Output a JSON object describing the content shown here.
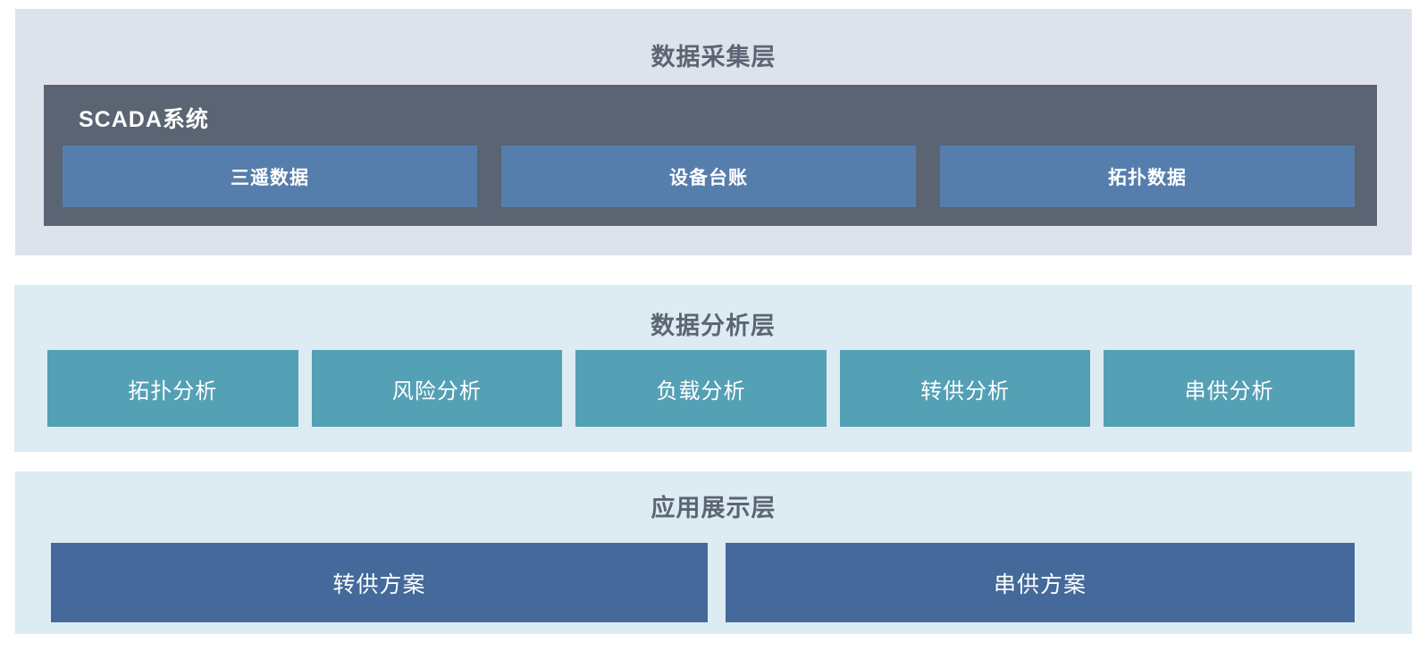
{
  "colors": {
    "page_bg": "#ffffff",
    "collect_layer_bg": "#dee2eb",
    "analysis_layer_bg": "#ddebf2",
    "display_layer_bg": "#ddebf2",
    "scada_panel_bg": "#5b6472",
    "data_box_bg": "#567ead",
    "analysis_box_bg": "#54a0b5",
    "plan_box_bg": "#44699a",
    "layer_title_color": "#5c6573",
    "box_text_color": "#ffffff"
  },
  "layers": {
    "collect": {
      "title": "数据采集层",
      "scada": {
        "label": "SCADA系统",
        "items": [
          {
            "label": "三遥数据"
          },
          {
            "label": "设备台账"
          },
          {
            "label": "拓扑数据"
          }
        ]
      }
    },
    "analysis": {
      "title": "数据分析层",
      "items": [
        {
          "label": "拓扑分析"
        },
        {
          "label": "风险分析"
        },
        {
          "label": "负载分析"
        },
        {
          "label": "转供分析"
        },
        {
          "label": "串供分析"
        }
      ]
    },
    "display": {
      "title": "应用展示层",
      "items": [
        {
          "label": "转供方案"
        },
        {
          "label": "串供方案"
        }
      ]
    }
  }
}
